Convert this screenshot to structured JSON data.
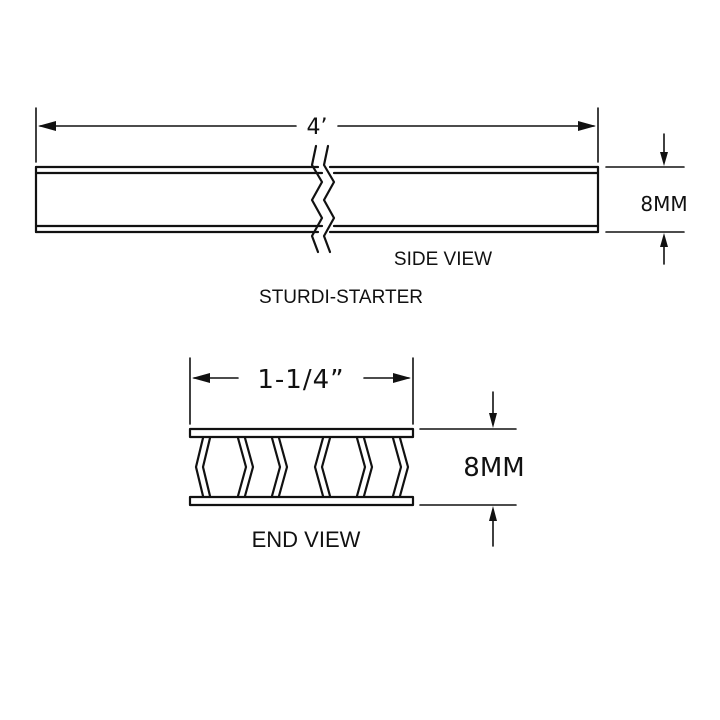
{
  "side_view": {
    "length_label": "4’",
    "thickness_label": "8MM",
    "caption": "SIDE VIEW"
  },
  "product_name": "STURDI-STARTER",
  "end_view": {
    "width_label": "1-1/4”",
    "thickness_label": "8MM",
    "caption": "END VIEW"
  },
  "colors": {
    "line": "#111111",
    "background": "#ffffff"
  }
}
